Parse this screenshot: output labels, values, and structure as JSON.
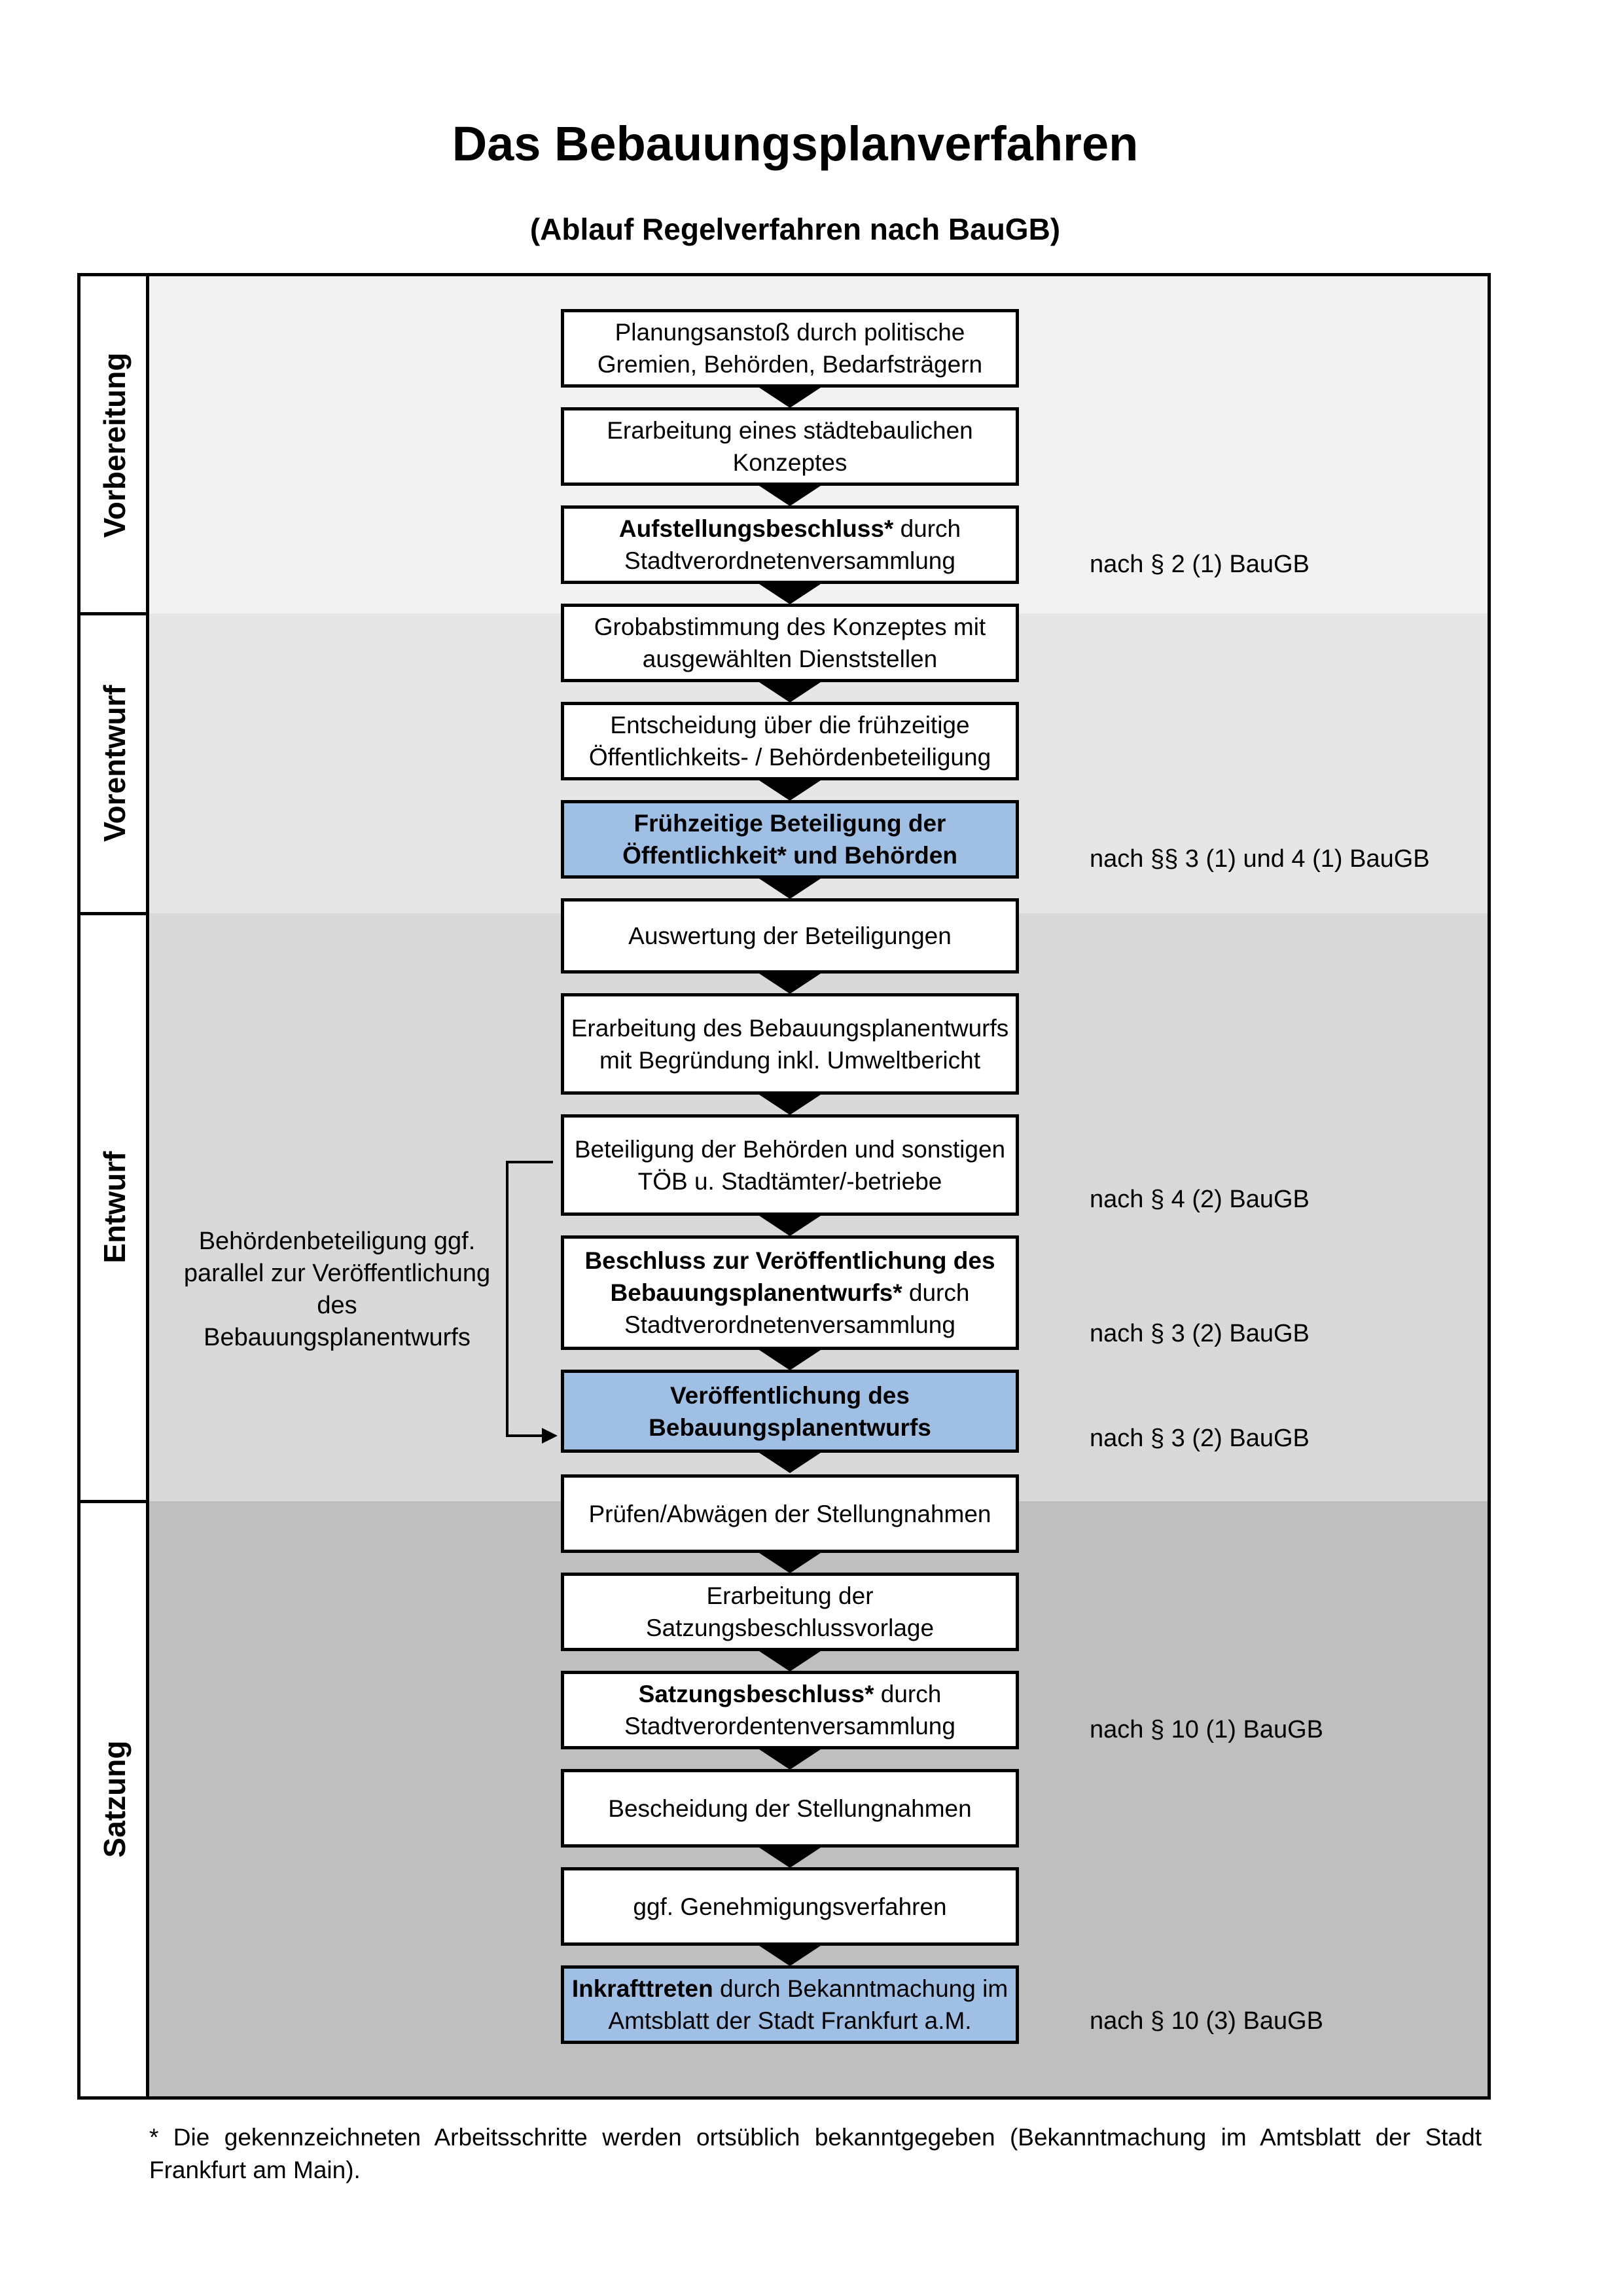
{
  "title": "Das Bebauungsplanverfahren",
  "subtitle": "(Ablauf Regelverfahren nach BauGB)",
  "colors": {
    "band_vorbereitung": "#f2f2f2",
    "band_vorentwurf": "#e6e6e6",
    "band_entwurf": "#d9d9d9",
    "band_satzung": "#bfbfbf",
    "highlight_step": "#9fc0e4"
  },
  "phases": [
    {
      "label": "Vorbereitung"
    },
    {
      "label": "Vorentwurf"
    },
    {
      "label": "Entwurf"
    },
    {
      "label": "Satzung"
    }
  ],
  "steps": [
    {
      "bold": "",
      "text": "Planungsanstoß durch politische Gremien, Behörden, Bedarfsträgern"
    },
    {
      "bold": "",
      "text": "Erarbeitung eines städtebaulichen Konzeptes"
    },
    {
      "bold": "Aufstellungsbeschluss*",
      "text": " durch Stadtverordnetenversammlung"
    },
    {
      "bold": "",
      "text": "Grobabstimmung des Konzeptes mit ausgewählten Dienststellen"
    },
    {
      "bold": "",
      "text": "Entscheidung über die frühzeitige Öffentlichkeits- / Behördenbeteiligung"
    },
    {
      "bold": "Frühzeitige Beteiligung der Öffentlichkeit* und Behörden",
      "text": ""
    },
    {
      "bold": "",
      "text": "Auswertung der Beteiligungen"
    },
    {
      "bold": "",
      "text": "Erarbeitung des Bebauungsplanentwurfs mit Begründung inkl. Umweltbericht"
    },
    {
      "bold": "",
      "text": "Beteiligung der Behörden und sonstigen TÖB u. Stadtämter/-betriebe"
    },
    {
      "bold": "Beschluss zur Veröffentlichung des Bebauungsplanentwurfs*",
      "text": " durch Stadtverordnetenversammlung"
    },
    {
      "bold": "Veröffentlichung des Bebauungsplanentwurfs",
      "text": ""
    },
    {
      "bold": "",
      "text": "Prüfen/Abwägen der Stellungnahmen"
    },
    {
      "bold": "",
      "text": "Erarbeitung der Satzungsbeschlussvorlage"
    },
    {
      "bold": "Satzungsbeschluss*",
      "text": " durch Stadtverordentenversammlung"
    },
    {
      "bold": "",
      "text": "Bescheidung der Stellungnahmen"
    },
    {
      "bold": "",
      "text": "ggf. Genehmigungsverfahren"
    },
    {
      "bold": "Inkrafttreten",
      "text": " durch Bekanntmachung im Amtsblatt der Stadt Frankfurt a.M."
    }
  ],
  "references": [
    {
      "text": "nach § 2 (1) BauGB"
    },
    {
      "text": "nach §§ 3 (1) und 4 (1) BauGB"
    },
    {
      "text": "nach § 4 (2) BauGB"
    },
    {
      "text": "nach § 3 (2) BauGB"
    },
    {
      "text": "nach § 3 (2) BauGB"
    },
    {
      "text": "nach § 10 (1) BauGB"
    },
    {
      "text": "nach § 10 (3) BauGB"
    }
  ],
  "side_note": "Behördenbeteiligung ggf. parallel zur Veröffentlichung des Bebauungsplanentwurfs",
  "footnote": "* Die gekennzeichneten Arbeitsschritte werden ortsüblich bekanntgegeben (Bekanntmachung im Amtsblatt  der Stadt Frankfurt am Main)."
}
